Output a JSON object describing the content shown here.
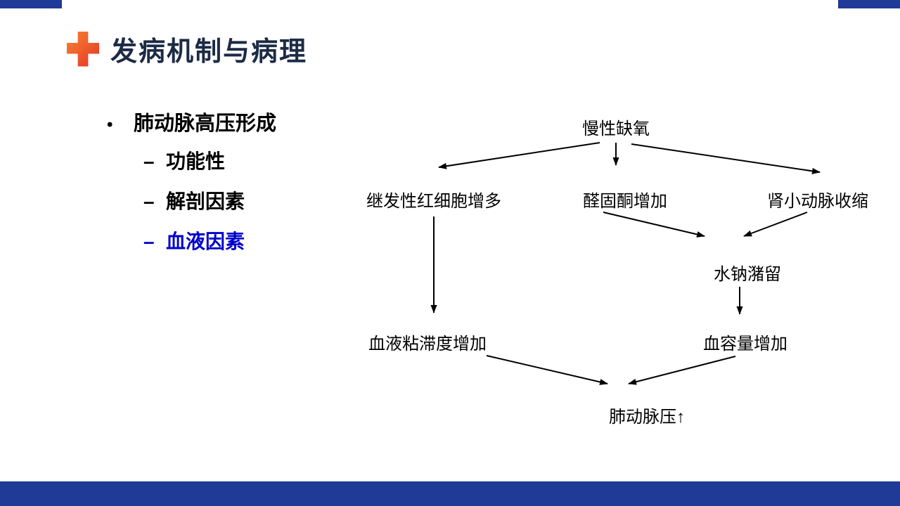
{
  "slide": {
    "title": "发病机制与病理",
    "colors": {
      "accent_bar_blue": "#203a97",
      "title_navy": "#1c2b45",
      "highlight_blue": "#0000cc",
      "cross_gradient_start": "#f58233",
      "cross_gradient_end": "#e43327",
      "flowchart_ink": "#000000"
    },
    "bullets": {
      "level1": {
        "marker": "•",
        "text": "肺动脉高压形成"
      },
      "level2": [
        {
          "marker": "–",
          "text": "功能性"
        },
        {
          "marker": "–",
          "text": "解剖因素"
        },
        {
          "marker": "–",
          "text": "血液因素"
        }
      ]
    },
    "flowchart": {
      "nodes": {
        "chronic_hypoxia": "慢性缺氧",
        "erythrocytosis": "继发性红细胞增多",
        "aldosterone": "醛固酮增加",
        "renal_constriction": "肾小动脉收缩",
        "water_sodium": "水钠潴留",
        "viscosity": "血液粘滞度增加",
        "blood_volume": "血容量增加",
        "pa_pressure": "肺动脉压↑"
      }
    }
  }
}
